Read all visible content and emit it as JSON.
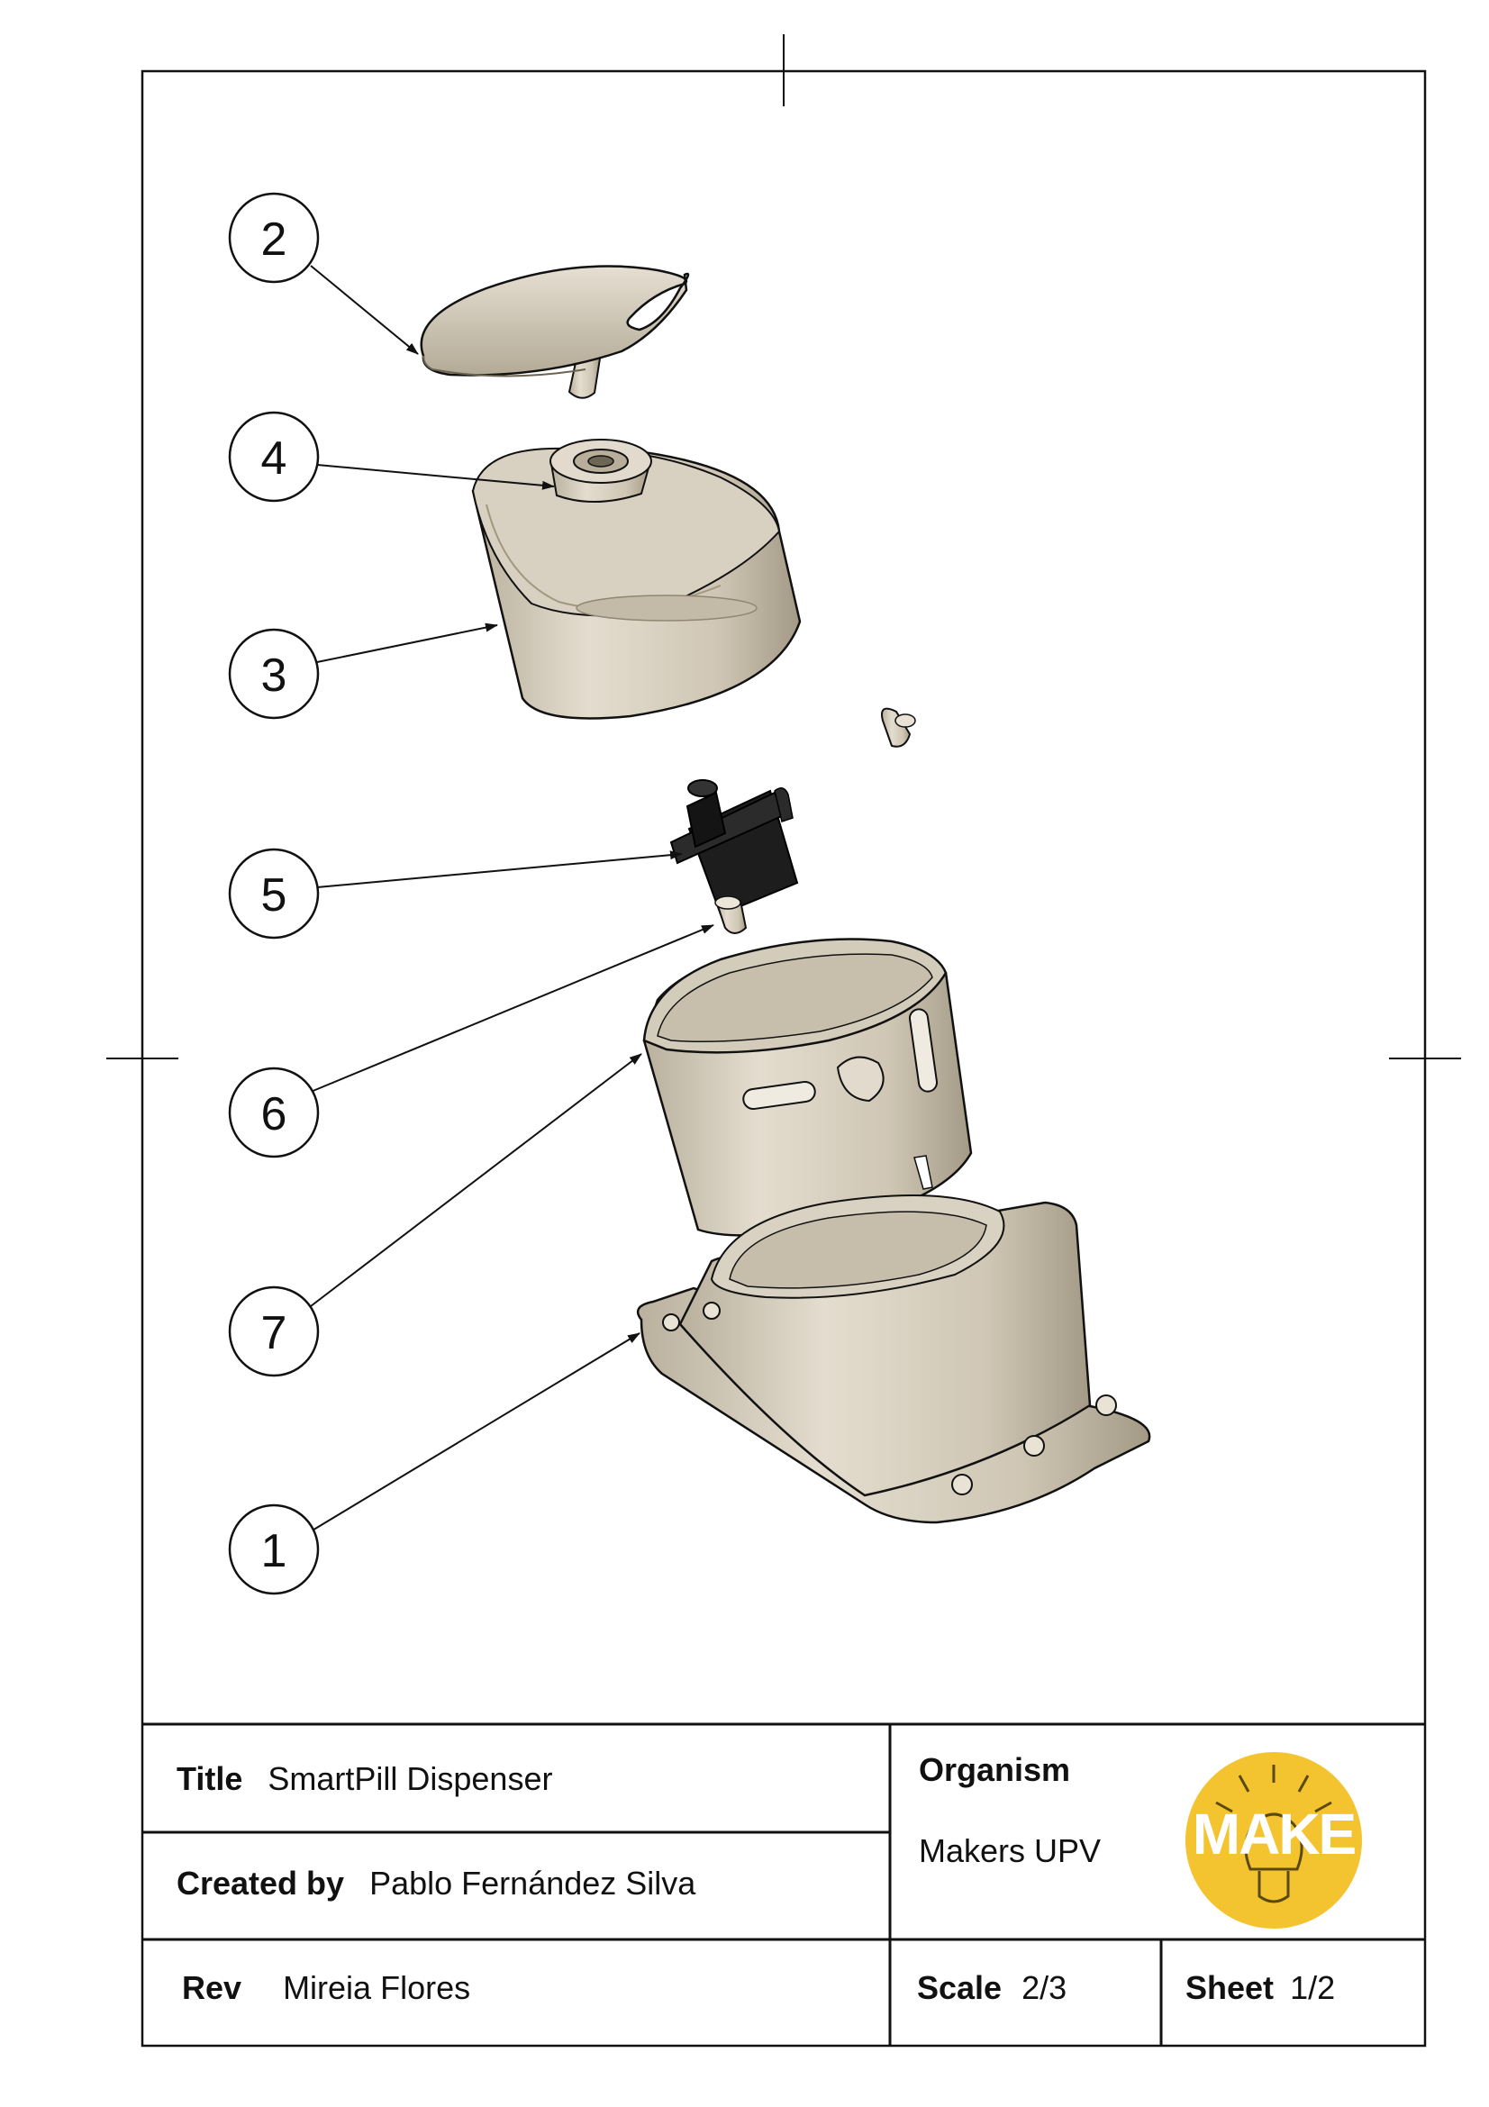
{
  "callouts": [
    "1",
    "2",
    "3",
    "4",
    "5",
    "6",
    "7"
  ],
  "title_block": {
    "title_label": "Title",
    "title_value": "SmartPill Dispenser",
    "created_label": "Created by",
    "created_value": "Pablo Fernández Silva",
    "organism_label": "Organism",
    "organism_value": "Makers UPV",
    "rev_label": "Rev",
    "rev_value": "Mireia Flores",
    "scale_label": "Scale",
    "scale_value": "2/3",
    "sheet_label": "Sheet",
    "sheet_value": "1/2",
    "logo_text": "MAKE"
  },
  "colors": {
    "part": "#cfc6b4",
    "part_dark": "#8f8673",
    "servo": "#1d1d1d",
    "logo": "#f4c430"
  }
}
